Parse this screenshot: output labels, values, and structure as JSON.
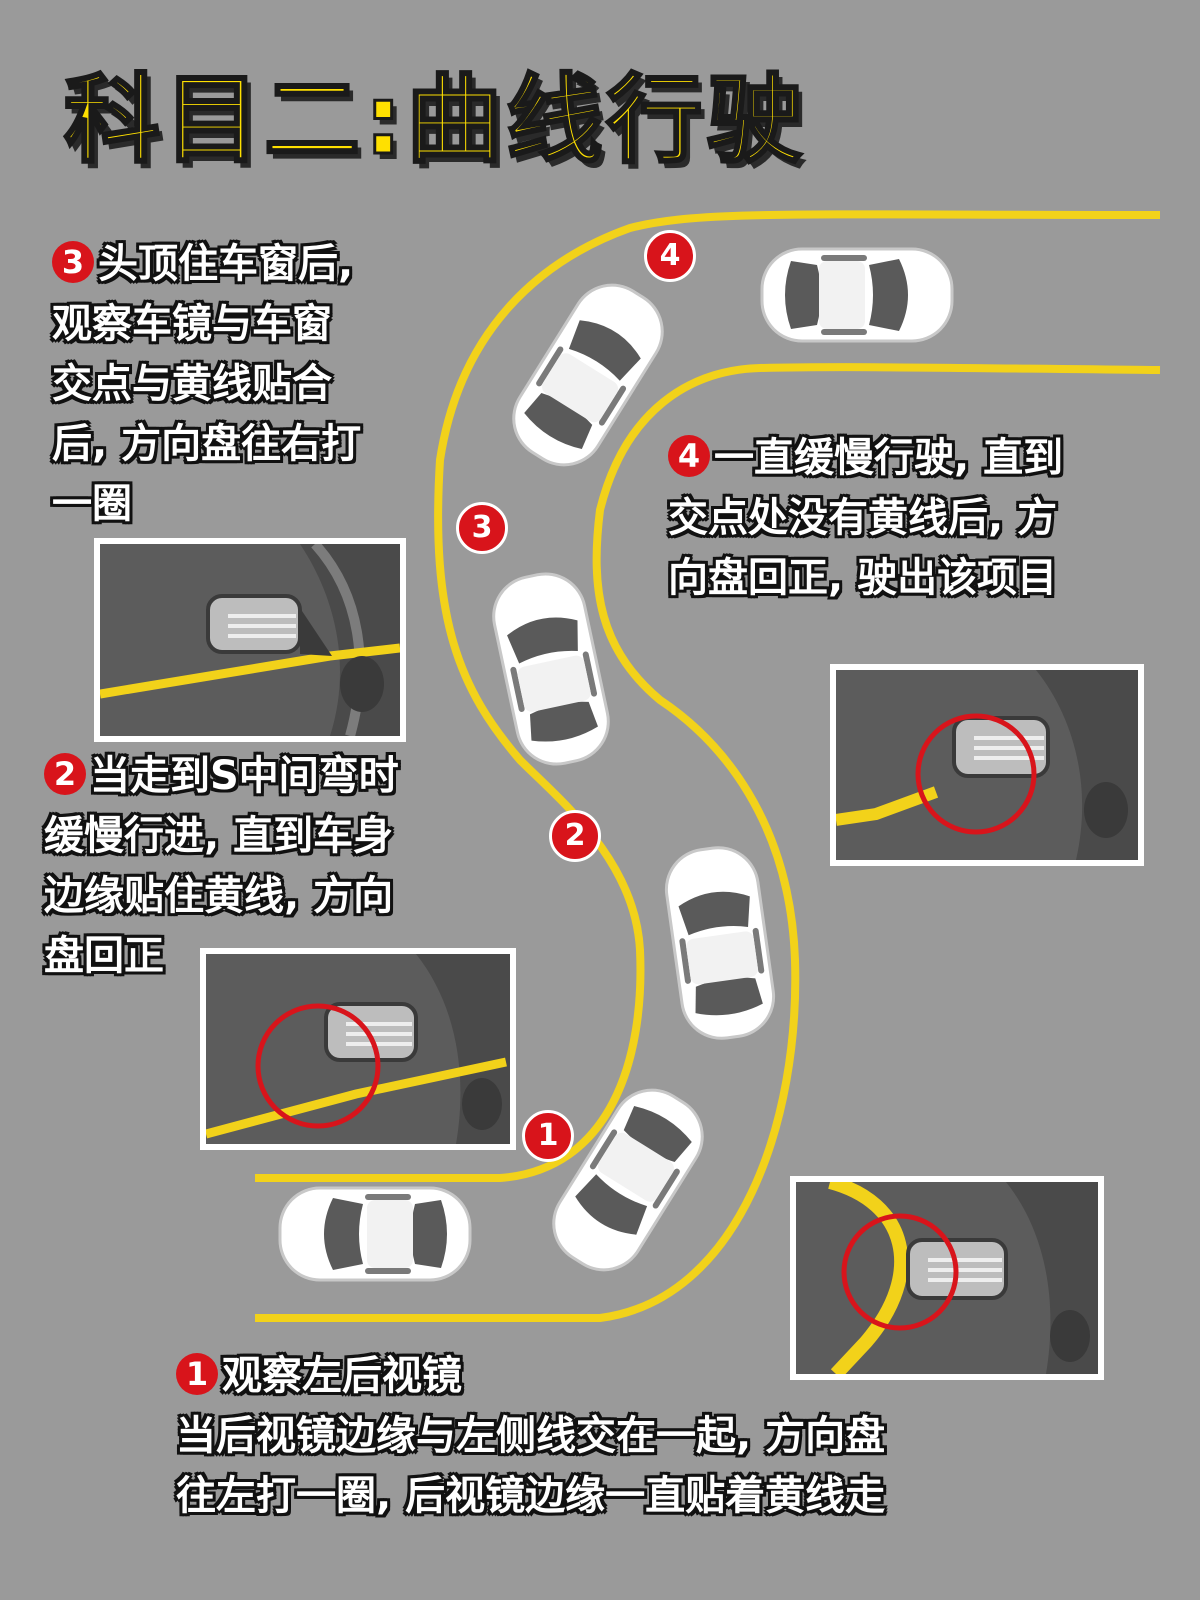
{
  "title": "科目二:曲线行驶",
  "steps": {
    "s3": {
      "badge": "3",
      "lines": [
        "头顶住车窗后,",
        "观察车镜与车窗",
        "交点与黄线贴合",
        "后, 方向盘往右打",
        "一圈"
      ]
    },
    "s4": {
      "badge": "4",
      "lines": [
        "一直缓慢行驶, 直到",
        "交点处没有黄线后, 方",
        "向盘回正, 驶出该项目"
      ]
    },
    "s2": {
      "badge": "2",
      "lines": [
        "当走到S中间弯时",
        "缓慢行进, 直到车身",
        "边缘贴住黄线, 方向",
        "盘回正"
      ]
    },
    "s1": {
      "badge": "1",
      "lines": [
        "观察左后视镜",
        "当后视镜边缘与左侧线交在一起, 方向盘",
        "往左打一圈, 后视镜边缘一直贴着黄线走"
      ]
    }
  },
  "road_markers": [
    "1",
    "2",
    "3",
    "4"
  ],
  "colors": {
    "background": "#9a9a9a",
    "line": "#f2d21a",
    "badge": "#d8141b",
    "title": "#ffe000"
  }
}
